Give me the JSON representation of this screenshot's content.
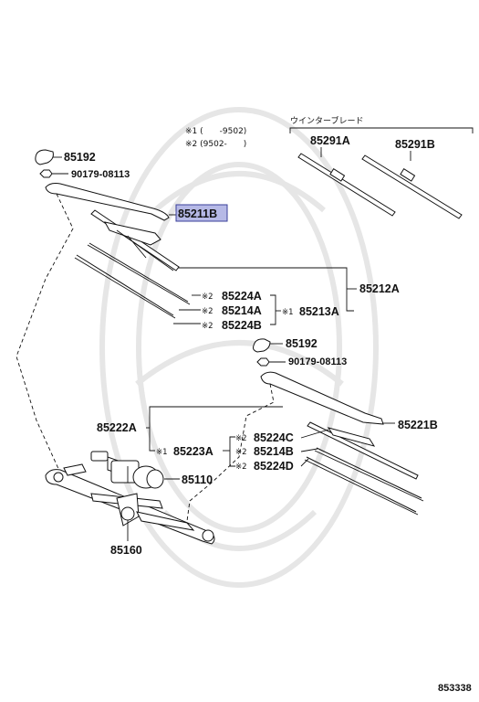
{
  "footnotes": {
    "n1": "※1 (　　-9502)",
    "n2": "※2 (9502-　　)"
  },
  "blade_header": "ウインターブレード",
  "parts": {
    "p85291A": "85291A",
    "p85291B": "85291B",
    "p85192_top": "85192",
    "p90179_top": "90179-08113",
    "p85211B": "85211B",
    "p85212A": "85212A",
    "p85224A": "85224A",
    "p85214A": "85214A",
    "p85224B": "85224B",
    "p85213A": "85213A",
    "p85192_mid": "85192",
    "p90179_mid": "90179-08113",
    "p85221B": "85221B",
    "p85222A": "85222A",
    "p85224C": "85224C",
    "p85214B": "85214B",
    "p85224D": "85224D",
    "p85223A": "85223A",
    "p85110": "85110",
    "p85160": "85160"
  },
  "marks": {
    "m2": "※2",
    "m1": "※1"
  },
  "diagram_id": "853338",
  "highlight_color": "#b6b9e6"
}
